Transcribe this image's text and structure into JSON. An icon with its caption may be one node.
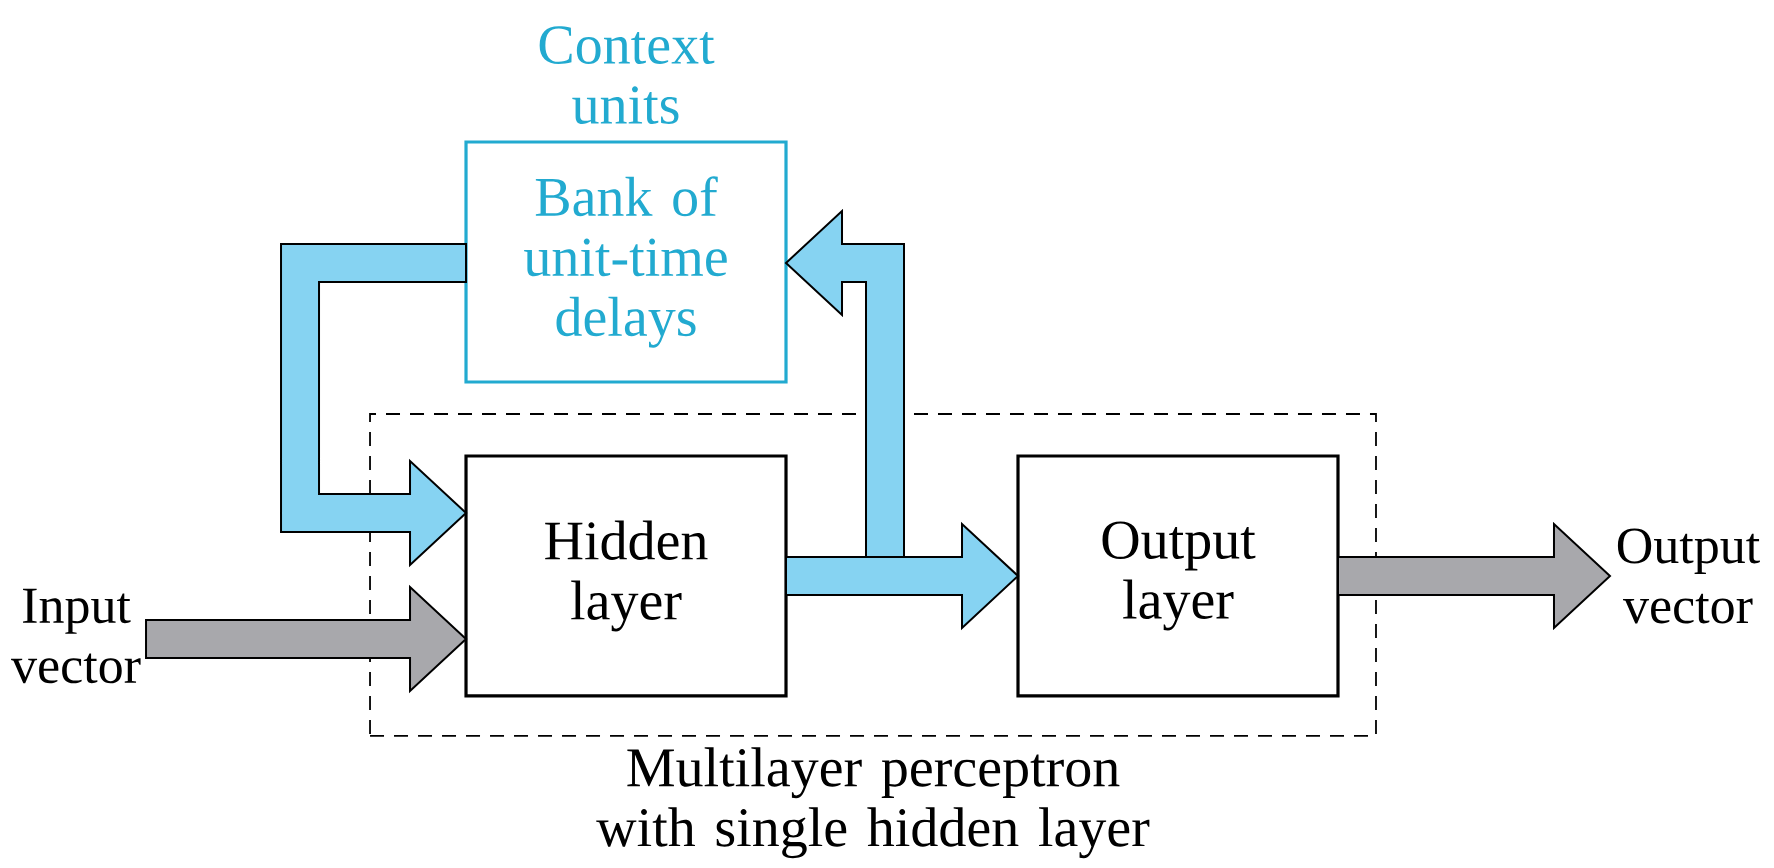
{
  "diagram": {
    "nodes": [
      {
        "text": [
          "Multilayer perceptron with single hidden layer"
        ]
      },
      {
        "text": [
          "Hidden layer"
        ],
        "in": 0
      },
      {
        "text": [
          "Output layer"
        ],
        "in": 0
      },
      {
        "text": [
          "Context units",
          "Bank of unit-time delays"
        ]
      },
      {
        "text": [
          "Input vector"
        ]
      },
      {
        "text": [
          "Output vector"
        ]
      }
    ],
    "edges": [
      {
        "from": 4,
        "to": 1,
        "arrow": "to",
        "color": "#a8a8ac"
      },
      {
        "from": 3,
        "to": 1,
        "arrow": "to"
      },
      {
        "from": 1,
        "to": 2,
        "arrow": "to"
      },
      {
        "from": 1,
        "to": 3,
        "arrow": "to"
      },
      {
        "from": 2,
        "to": 5,
        "arrow": "to",
        "color": "#a8a8ac"
      }
    ]
  }
}
